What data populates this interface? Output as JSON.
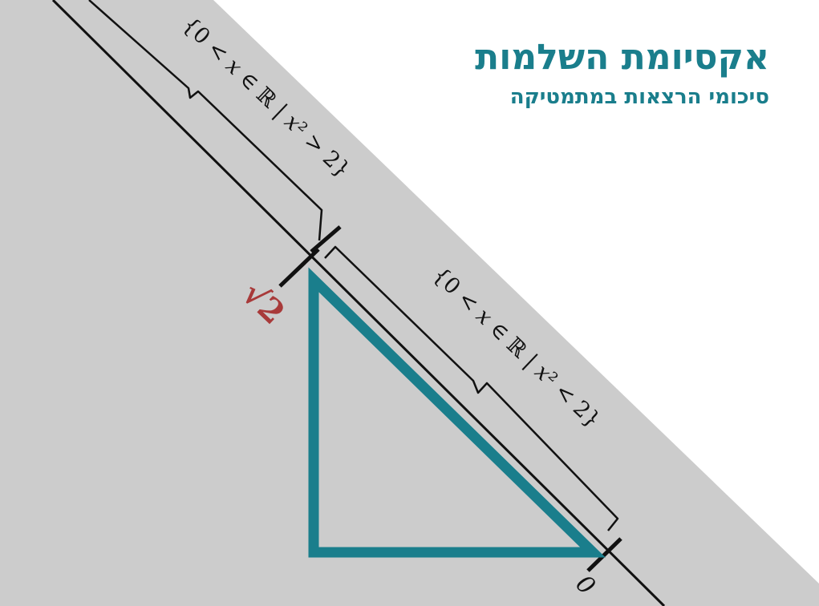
{
  "header": {
    "title": "אקסיומת השלמות",
    "subtitle": "סיכומי הרצאות במתמטיקה"
  },
  "diagram": {
    "upper_set_label": "{0 < 𝑥 ∈ ℝ | 𝑥² > 2}",
    "lower_set_label": "{0 < 𝑥 ∈ ℝ | 𝑥² < 2}",
    "sqrt2_label": "√2",
    "zero_label": "0"
  },
  "colors": {
    "teal": "#1a7e8c",
    "sqrt_red": "#a83a3a",
    "gray_band": "#cccccc",
    "ink": "#111111"
  }
}
